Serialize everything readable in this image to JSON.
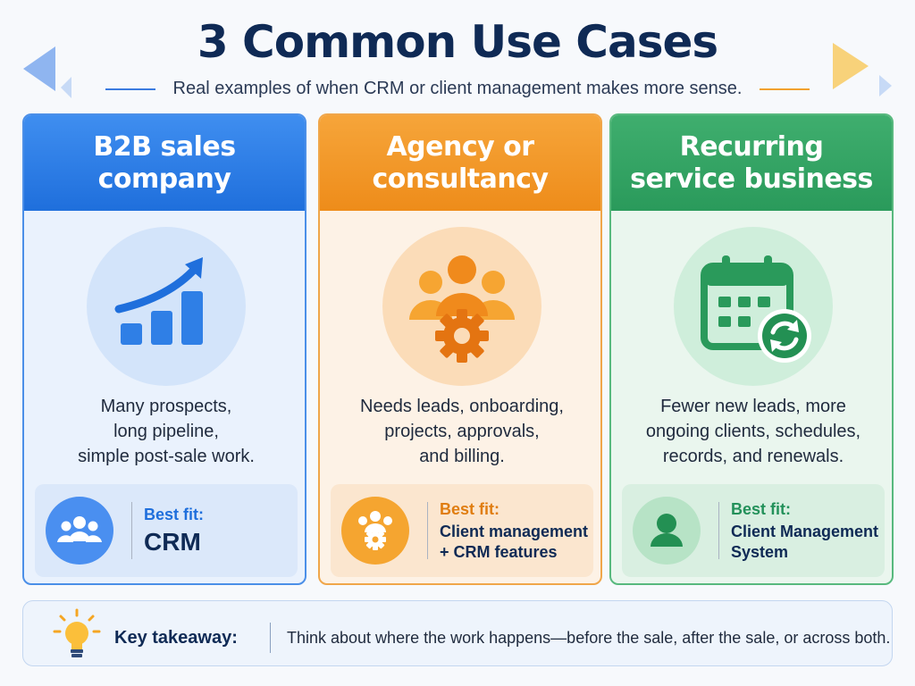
{
  "header": {
    "title": "3 Common Use Cases",
    "subtitle": "Real examples of when CRM or client management makes more sense."
  },
  "colors": {
    "title": "#0f2a55",
    "blue": "#2f7fe6",
    "orange": "#f39a28",
    "green": "#34a564"
  },
  "cards": [
    {
      "title_lines": [
        "B2B sales",
        "company"
      ],
      "icon": "growth-chart-icon",
      "description_lines": [
        "Many prospects,",
        "long pipeline,",
        "simple post-sale work."
      ],
      "fit_label": "Best fit:",
      "fit_value_lines": [
        "CRM"
      ],
      "fit_icon": "group-icon"
    },
    {
      "title_lines": [
        "Agency or",
        "consultancy"
      ],
      "icon": "team-gear-icon",
      "description_lines": [
        "Needs leads, onboarding,",
        "projects, approvals,",
        "and billing."
      ],
      "fit_label": "Best fit:",
      "fit_value_lines": [
        "Client management",
        "+ CRM features"
      ],
      "fit_icon": "team-gear-icon"
    },
    {
      "title_lines": [
        "Recurring",
        "service business"
      ],
      "icon": "calendar-refresh-icon",
      "description_lines": [
        "Fewer new leads, more",
        "ongoing clients, schedules,",
        "records, and renewals."
      ],
      "fit_label": "Best fit:",
      "fit_value_lines": [
        "Client Management",
        "System"
      ],
      "fit_icon": "person-icon"
    }
  ],
  "takeaway": {
    "label": "Key takeaway:",
    "text": "Think about where the work happens—before the sale, after the sale, or across both.",
    "icon": "lightbulb-icon"
  }
}
